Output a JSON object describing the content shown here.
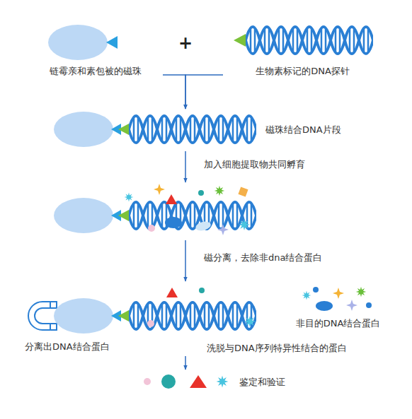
{
  "diagram": {
    "nodes": [
      {
        "text": [
          "链霉亲和素包被的磁珠"
        ]
      },
      {
        "text": [
          "生物素标记的DNA探针"
        ]
      },
      {
        "text": [
          "磁珠结合DNA片段"
        ]
      },
      {
        "text": []
      },
      {
        "text": [
          "分离出DNA结合蛋白"
        ]
      },
      {
        "text": [
          "非目的DNA结合蛋白"
        ]
      },
      {
        "text": [
          "鉴定和验证"
        ]
      }
    ],
    "edges": [
      {
        "from": 0,
        "to": 2,
        "arrow": "to"
      },
      {
        "from": 1,
        "to": 2,
        "arrow": "to"
      },
      {
        "from": 2,
        "to": 3,
        "label": "加入细胞提取物共同孵育",
        "arrow": "to"
      },
      {
        "from": 3,
        "to": 4,
        "label": "磁分离，去除非dna结合蛋白",
        "arrow": "to"
      },
      {
        "from": 4,
        "to": 6,
        "label": "洗脱与DNA序列特异性结合的蛋白",
        "arrow": "to"
      }
    ],
    "labels": [
      "+"
    ]
  }
}
